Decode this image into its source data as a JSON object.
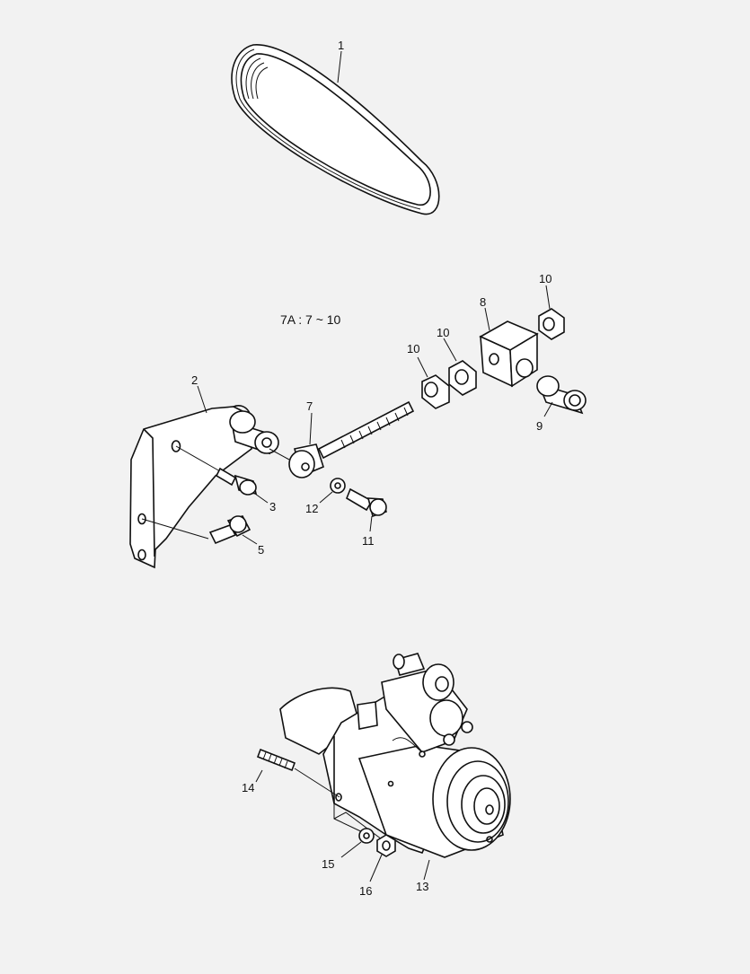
{
  "group_note": "7A : 7 ~ 10",
  "callouts": {
    "c1": "1",
    "c2": "2",
    "c3": "3",
    "c5": "5",
    "c7": "7",
    "c8": "8",
    "c9": "9",
    "c10a": "10",
    "c10b": "10",
    "c10c": "10",
    "c11": "11",
    "c12": "12",
    "c13": "13",
    "c14": "14",
    "c15": "15",
    "c16": "16"
  }
}
